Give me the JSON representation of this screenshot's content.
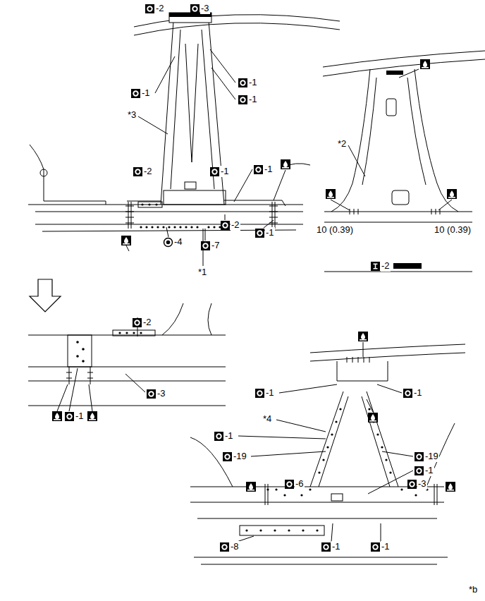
{
  "diagram": {
    "labels": [
      "-2",
      "-3",
      "-1",
      "-1",
      "-1",
      "*3",
      "-2",
      "-1",
      "-1",
      "-4",
      "-7",
      "-2",
      "-1",
      "*1",
      "*2",
      "10 (0.39)",
      "10 (0.39)",
      "-2",
      "-2",
      "-3",
      "-1",
      "-1",
      "-1",
      "*4",
      "-1",
      "-19",
      "-19",
      "-1",
      "-6",
      "-3",
      "-8",
      "-1",
      "-1",
      "*b"
    ]
  }
}
